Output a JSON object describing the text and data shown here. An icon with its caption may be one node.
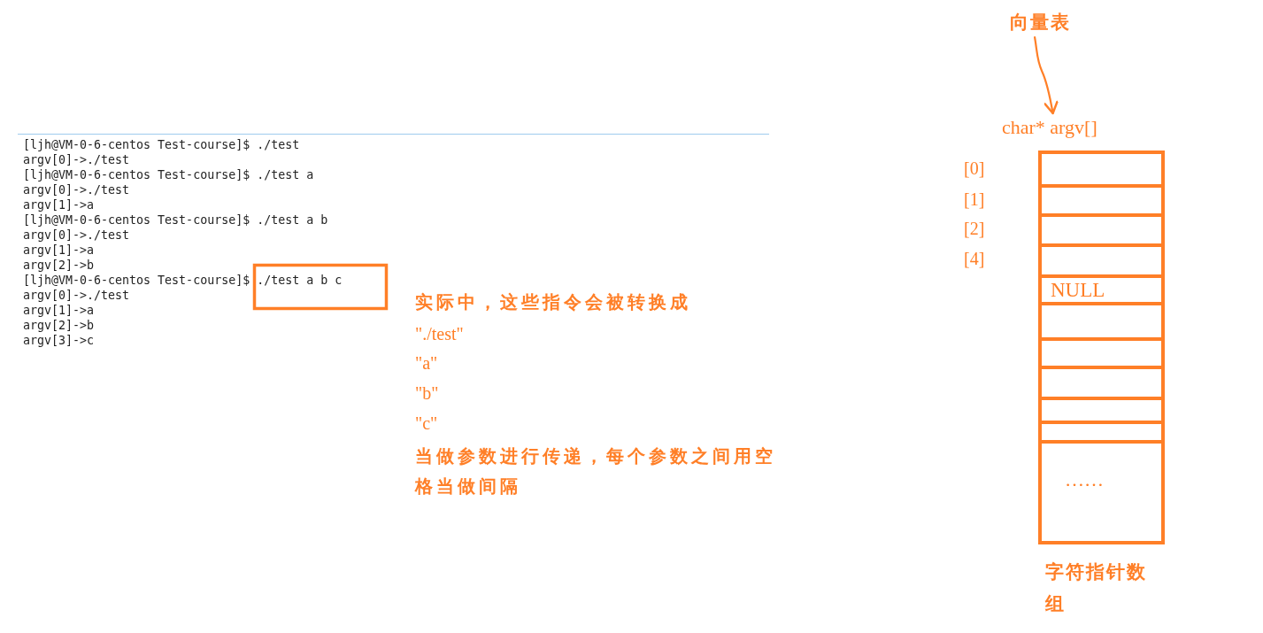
{
  "diagram": {
    "nodes": [
      {
        "text": [
          "向量表"
        ]
      },
      {
        "text": [
          "char* argv[]"
        ]
      },
      {
        "text": [],
        "shape": "box"
      },
      {
        "text": [],
        "shape": "box"
      },
      {
        "text": [],
        "shape": "box"
      },
      {
        "text": [],
        "shape": "box"
      },
      {
        "text": [
          "NULL"
        ]
      },
      {
        "text": [],
        "shape": "box"
      },
      {
        "text": [],
        "shape": "box"
      },
      {
        "text": [],
        "shape": "box"
      },
      {
        "text": [],
        "shape": "box"
      },
      {
        "text": [],
        "shape": "box"
      },
      {
        "text": [
          "……"
        ]
      }
    ],
    "edges": [
      {
        "from": 0,
        "to": 1,
        "arrow": "to"
      }
    ],
    "labels": [
      "[ljh@VM-0-6-centos Test-course]$ ./test",
      "argv[0]->./test",
      "[ljh@VM-0-6-centos Test-course]$ ./test a",
      "argv[0]->./test",
      "argv[1]->a",
      "[ljh@VM-0-6-centos Test-course]$ ./test a b",
      "argv[0]->./test",
      "argv[1]->a",
      "argv[2]->b",
      "[ljh@VM-0-6-centos Test-course]$ ./test a b c",
      "argv[0]->./test",
      "argv[1]->a",
      "argv[2]->b",
      "argv[3]->c",
      "实际中，这些指令会被转换成",
      "\"./test\"",
      "\"a\"",
      "\"b\"",
      "\"c\"",
      "当做参数进行传递，每个参数之间用空格当做间隔",
      "[0]",
      "[1]",
      "[2]",
      "[4]",
      "字符指针数组"
    ]
  }
}
